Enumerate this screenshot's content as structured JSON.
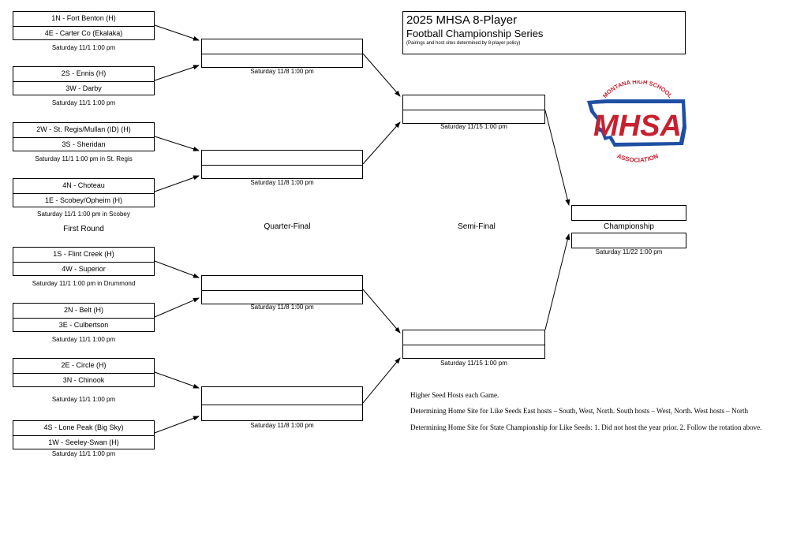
{
  "title": {
    "line1": "2025 MHSA 8-Player",
    "line2": "Football Championship Series",
    "line3": "(Pairings and host sites determined by 8-player policy)"
  },
  "logo": {
    "top_text": "MONTANA HIGH SCHOOL",
    "main_text": "MHSA",
    "bottom_text": "ASSOCIATION",
    "colors": {
      "red": "#c8202f",
      "blue": "#1f4fa3"
    }
  },
  "rounds": {
    "first": "First Round",
    "quarter": "Quarter-Final",
    "semi": "Semi-Final",
    "championship": "Championship"
  },
  "first_round": [
    {
      "home": "1N - Fort Benton (H)",
      "away": "4E - Carter Co (Ekalaka)",
      "date": "Saturday 11/1  1:00 pm"
    },
    {
      "home": "2S - Ennis (H)",
      "away": "3W - Darby",
      "date": "Saturday 11/1  1:00 pm"
    },
    {
      "home": "2W - St. Regis/Mullan (ID) (H)",
      "away": "3S - Sheridan",
      "date": "Saturday 11/1  1:00 pm in St. Regis"
    },
    {
      "home": "4N - Choteau",
      "away": "1E - Scobey/Opheim (H)",
      "date": "Saturday 11/1  1:00 pm in Scobey"
    },
    {
      "home": "1S - Flint Creek (H)",
      "away": "4W - Superior",
      "date": "Saturday 11/1  1:00 pm in Drummond"
    },
    {
      "home": "2N - Belt (H)",
      "away": "3E - Culbertson",
      "date": "Saturday 11/1  1:00 pm"
    },
    {
      "home": "2E - Circle (H)",
      "away": "3N - Chinook",
      "date": "Saturday 11/1  1:00 pm"
    },
    {
      "home": "4S - Lone Peak (Big Sky)",
      "away": "1W - Seeley-Swan (H)",
      "date": "Saturday 11/1  1:00 pm"
    }
  ],
  "quarter_final": [
    {
      "date": "Saturday 11/8 1:00 pm"
    },
    {
      "date": "Saturday 11/8 1:00 pm"
    },
    {
      "date": "Saturday 11/8 1:00 pm"
    },
    {
      "date": "Saturday 11/8 1:00 pm"
    }
  ],
  "semi_final": [
    {
      "date": "Saturday 11/15  1:00 pm"
    },
    {
      "date": "Saturday 11/15  1:00 pm"
    }
  ],
  "championship": {
    "date": "Saturday 11/22  1:00 pm"
  },
  "notes": {
    "line1": "Higher Seed Hosts each Game.",
    "line2": "Determining Home Site for Like Seeds  East hosts – South, West, North.   South hosts – West, North.  West hosts – North",
    "line3": "Determining Home Site for State Championship for Like Seeds: 1. Did not host the year prior. 2. Follow the rotation above."
  }
}
